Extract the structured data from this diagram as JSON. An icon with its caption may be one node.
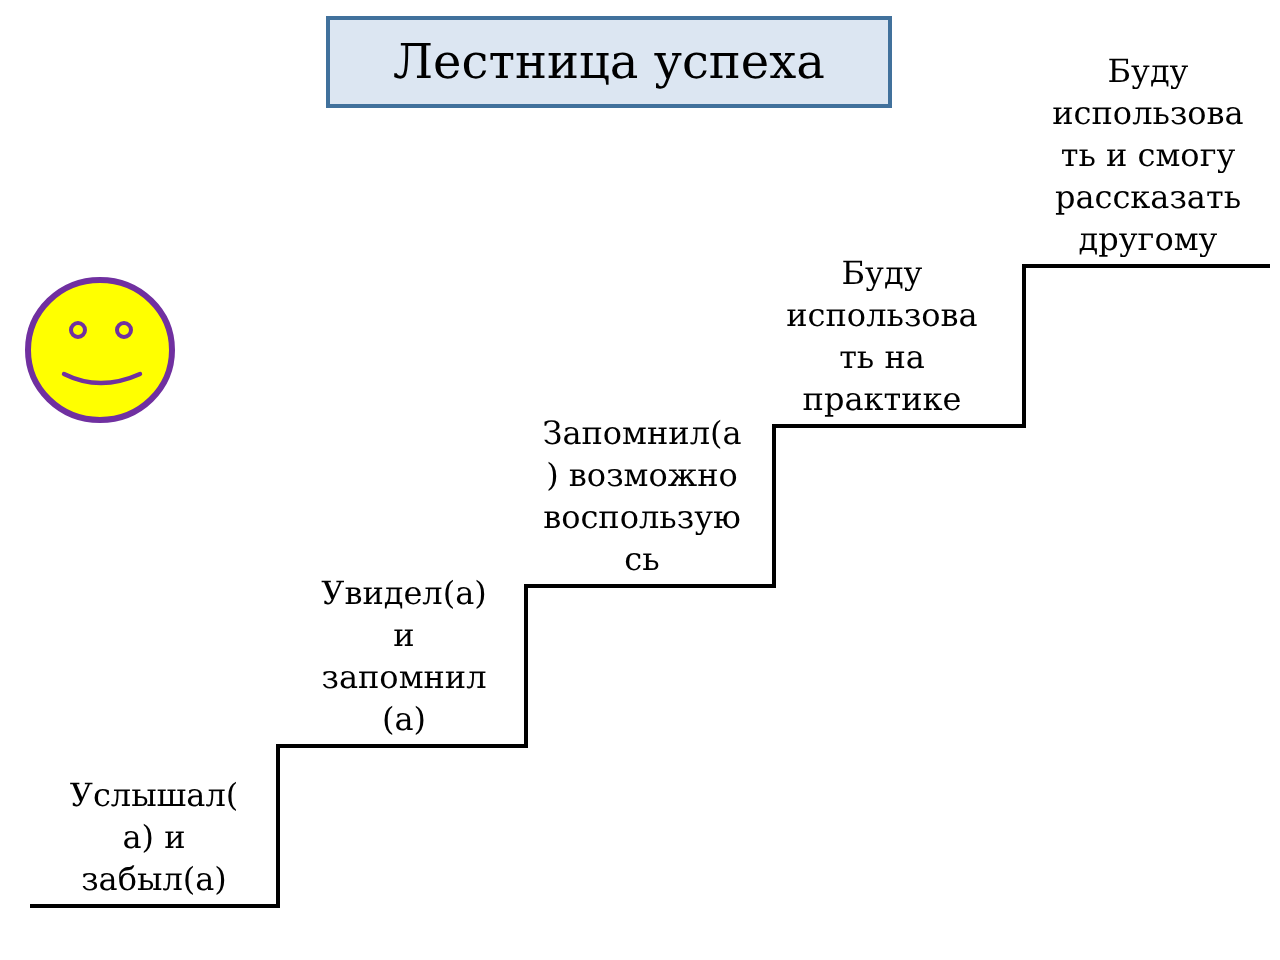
{
  "diagram": {
    "title": "Лестница успеха",
    "labels": [
      "Услышал(а) и забыл(а)",
      "Увидел(а) и запомнил(а)",
      "Запомнил(а) возможно воспользуюсь",
      "Буду использовать на практике",
      "Буду использовать и смогу рассказать другому"
    ]
  }
}
